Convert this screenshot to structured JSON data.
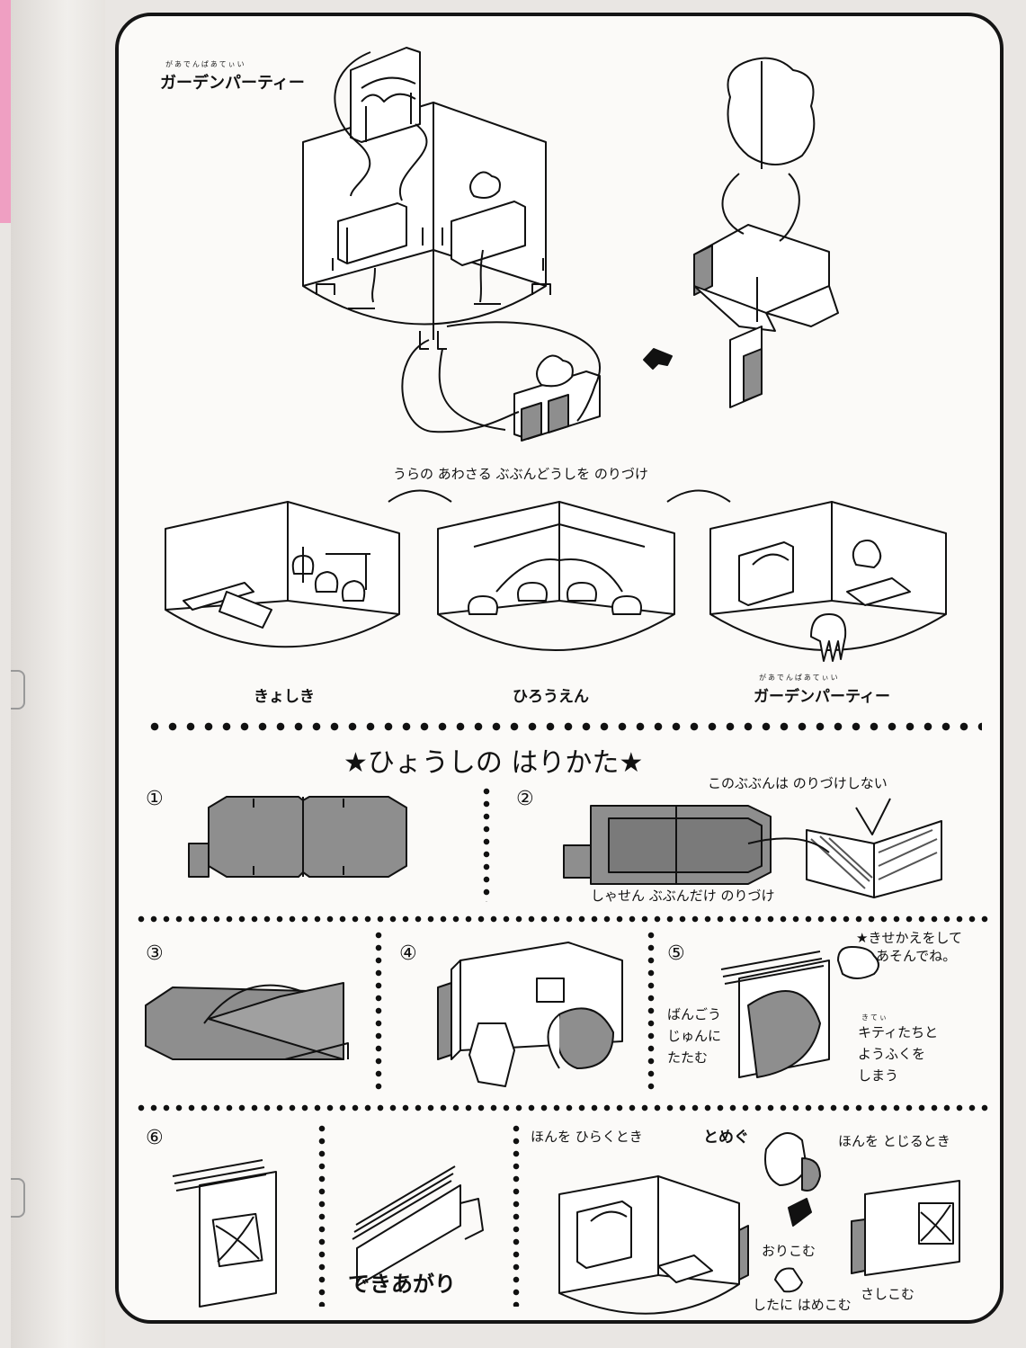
{
  "colors": {
    "paper": "#fbfaf8",
    "ink": "#111111",
    "gray_fill": "#8e8e8e",
    "pink_tab": "#ef9fc2"
  },
  "garden": {
    "title": "ガーデンパーティー",
    "ruby": "があでんぱあてぃい"
  },
  "glue_note": "うらの あわさる ぶぶんどうしを のりづけ",
  "scenes": [
    {
      "label": "きょしき",
      "ruby": ""
    },
    {
      "label": "ひろうえん",
      "ruby": ""
    },
    {
      "label": "ガーデンパーティー",
      "ruby": "があでんぱあてぃい"
    }
  ],
  "cover": {
    "title": "★ひょうしの はりかた★",
    "steps": {
      "s1": "①",
      "s2": "②",
      "s3": "③",
      "s4": "④",
      "s5": "⑤",
      "s6": "⑥"
    },
    "step2_no_glue": "このぶぶんは のりづけしない",
    "step2_glue": "しゃせん ぶぶんだけ のりづけ",
    "step5_note": [
      "★きせかえをして",
      "あそんでね。"
    ],
    "step5_fold": [
      "ばんごう",
      "じゅんに",
      "たたむ"
    ],
    "step5_store": [
      "キティたちと",
      "ようふくを",
      "しまう"
    ],
    "step5_store_ruby": "きてぃ",
    "done": "できあがり",
    "open_label": "ほんを ひらくとき",
    "clasp_label": "とめぐ",
    "close_label": "ほんを とじるとき",
    "fold_in": "おりこむ",
    "fit_under": "したに はめこむ",
    "insert": "さしこむ"
  }
}
